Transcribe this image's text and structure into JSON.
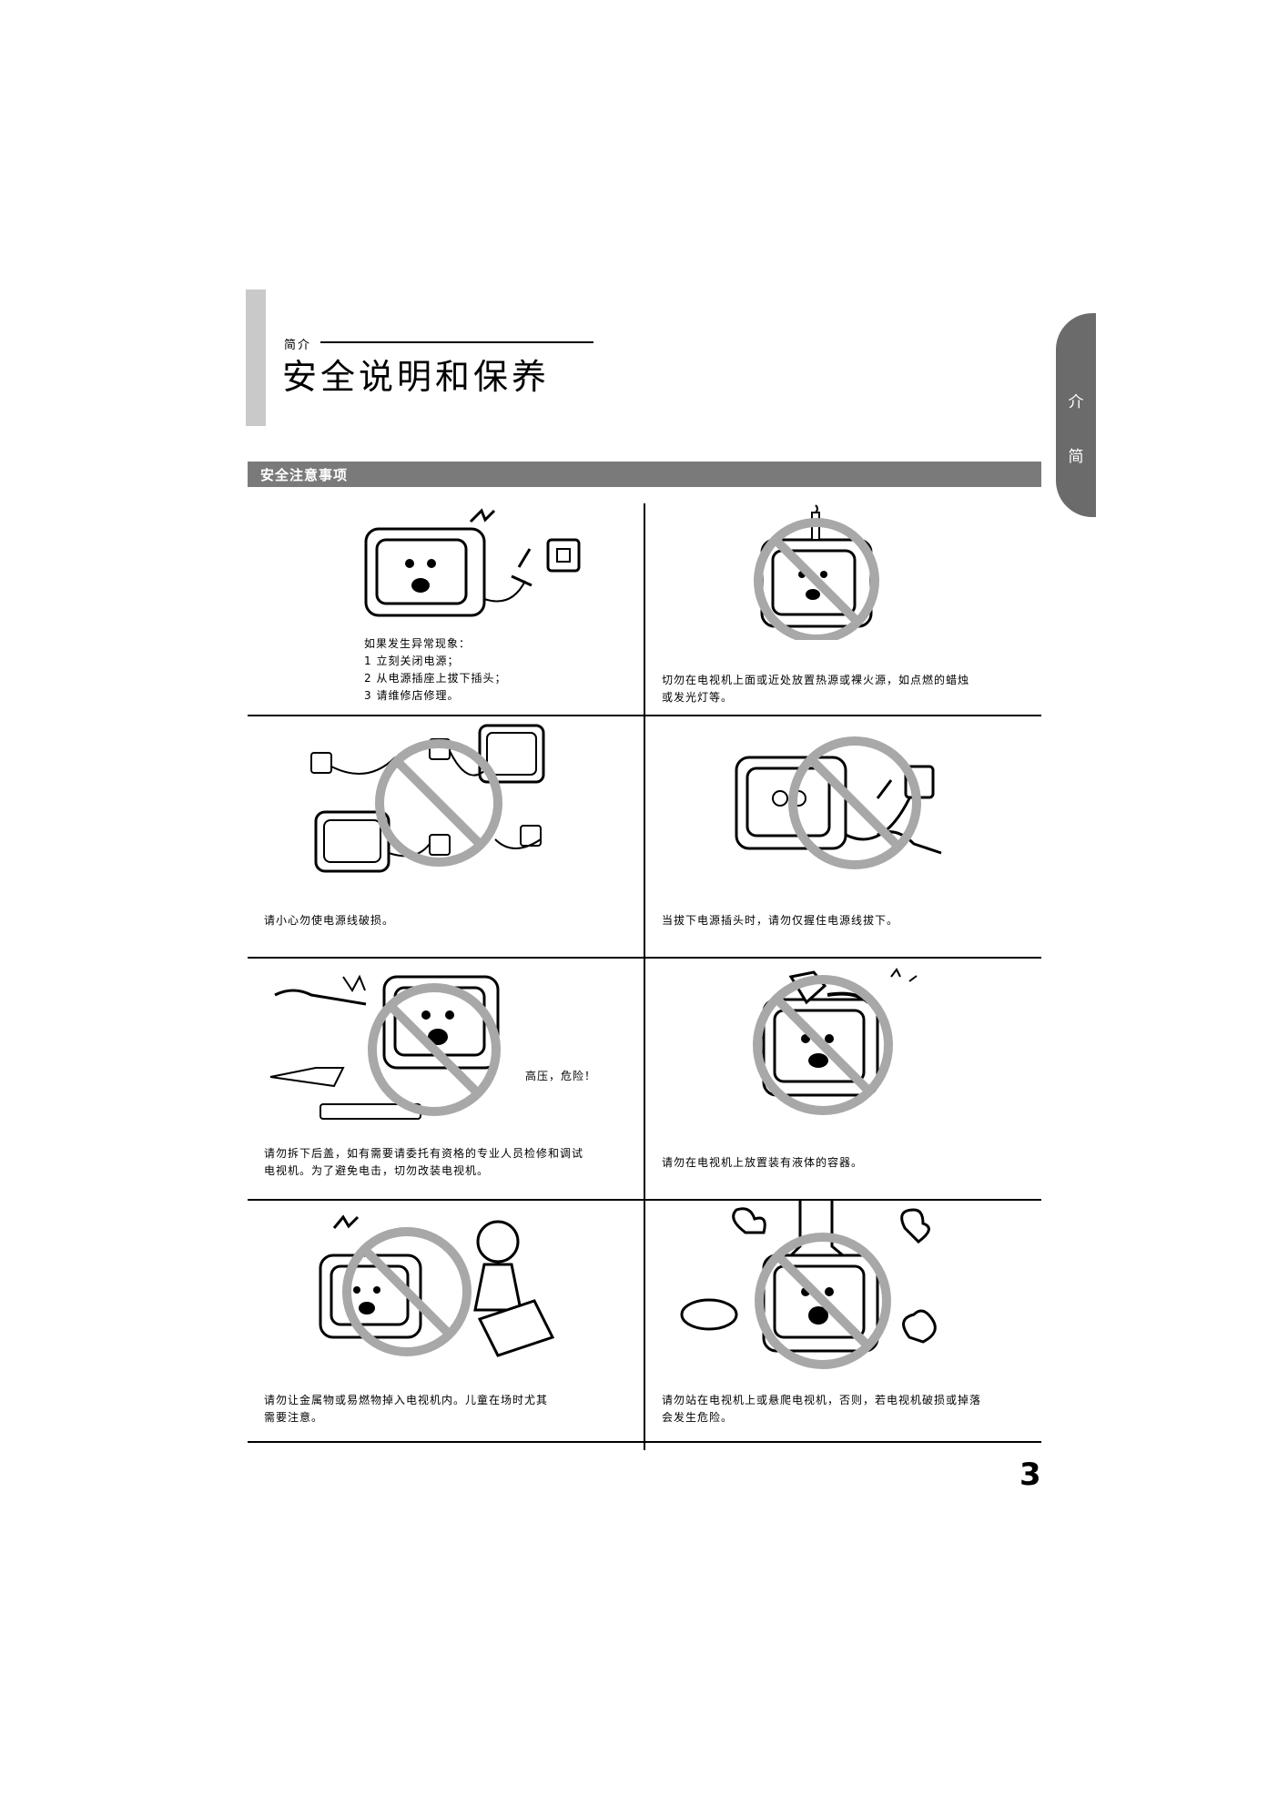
{
  "header": {
    "section_label": "简介",
    "title": "安全说明和保养"
  },
  "side_tab": {
    "chars": [
      "介",
      "简"
    ]
  },
  "band": {
    "label": "安全注意事项"
  },
  "cells": [
    {
      "lines": [
        "如果发生异常现象：",
        "1 立刻关闭电源；",
        "2 从电源插座上拔下插头；",
        "3 请维修店修理。"
      ],
      "extra": ""
    },
    {
      "lines": [
        "切勿在电视机上面或近处放置热源或裸火源，如点燃的蜡烛",
        "或发光灯等。"
      ],
      "extra": ""
    },
    {
      "lines": [
        "请小心勿使电源线破损。"
      ],
      "extra": ""
    },
    {
      "lines": [
        "当拔下电源插头时，请勿仅握住电源线拔下。"
      ],
      "extra": ""
    },
    {
      "lines": [
        "请勿拆下后盖，如有需要请委托有资格的专业人员检修和调试",
        "电视机。为了避免电击，切勿改装电视机。"
      ],
      "extra": "高压，危险！"
    },
    {
      "lines": [
        "请勿在电视机上放置装有液体的容器。"
      ],
      "extra": ""
    },
    {
      "lines": [
        "请勿让金属物或易燃物掉入电视机内。儿童在场时尤其",
        "需要注意。"
      ],
      "extra": ""
    },
    {
      "lines": [
        "请勿站在电视机上或悬爬电视机，否则，若电视机破损或掉落",
        "会发生危险。"
      ],
      "extra": ""
    }
  ],
  "page_number": "3"
}
